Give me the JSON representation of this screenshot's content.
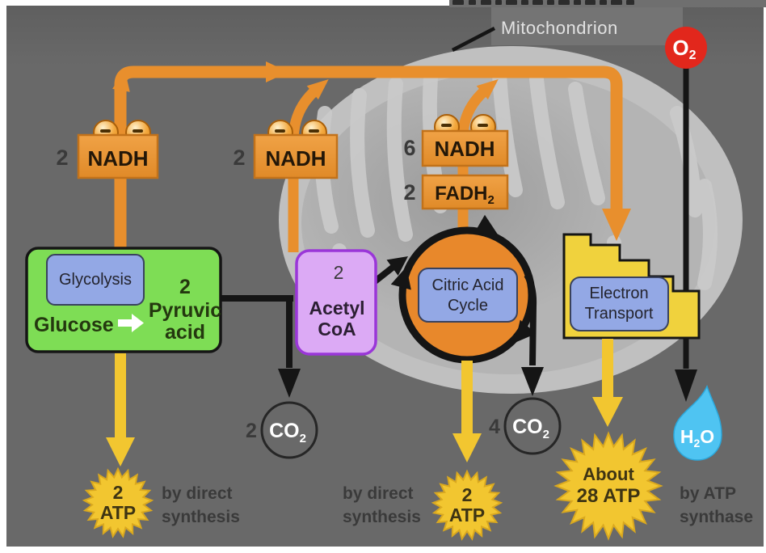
{
  "colors": {
    "frame": "#ffffff",
    "background": "#696969",
    "bg_top": "#5e5e5e",
    "mito_outer": "#c0c0c0",
    "mito_inner_hi": "#b4b4b4",
    "mito_inner_lo": "#9b9b9b",
    "crista": "#cbcbcb",
    "orange": "#e88f2d",
    "box_fill": "#ec9c40",
    "box_border": "#c2721a",
    "ball_edge": "#a95f0a",
    "yellow": "#f2c630",
    "yellow_edge": "#d9a81f",
    "stair": "#f0d23d",
    "green": "#7edd55",
    "purple": "#dcaaf5",
    "purple_border": "#9a36d8",
    "blue_label": "#93a8e5",
    "blue_border": "#39425e",
    "red": "#e2271c",
    "water": "#4fc4f2",
    "water_edge": "#2ba8dc",
    "ink": "#151515",
    "dark": "#3a3a3a",
    "box_text": "#231708",
    "green_text": "#24380f",
    "label_text": "#24242e",
    "star_text": "#3e3413",
    "mito_label": "#e2e2e2",
    "white": "#ffffff",
    "remnant": "#6f6f6f",
    "remnant_ink": "#2c2c2c"
  },
  "mitochondrion_label": "Mitochondrion",
  "o2": {
    "base": "O",
    "sub": "2"
  },
  "h2o": {
    "h": "H",
    "sub": "2",
    "o": "O"
  },
  "nadh_boxes": [
    {
      "count": "2",
      "label": "NADH"
    },
    {
      "count": "2",
      "label": "NADH"
    },
    {
      "count": "6",
      "label": "NADH"
    }
  ],
  "fadh2": {
    "count": "2",
    "base": "FADH",
    "sub": "2"
  },
  "glycolysis": {
    "label": "Glycolysis",
    "reactant": "Glucose",
    "product_count": "2",
    "product_line1": "Pyruvic",
    "product_line2": "acid"
  },
  "acetyl_coa": {
    "count": "2",
    "line1": "Acetyl",
    "line2": "CoA"
  },
  "citric_cycle": {
    "line1": "Citric Acid",
    "line2": "Cycle"
  },
  "electron_transport": {
    "line1": "Electron",
    "line2": "Transport"
  },
  "co2": [
    {
      "count": "2",
      "base": "CO",
      "sub": "2"
    },
    {
      "count": "4",
      "base": "CO",
      "sub": "2"
    }
  ],
  "atp": [
    {
      "line1": "2",
      "line2": "ATP"
    },
    {
      "line1": "2",
      "line2": "ATP"
    },
    {
      "line1": "About",
      "line2": "28 ATP"
    }
  ],
  "captions": [
    {
      "line1": "by direct",
      "line2": "synthesis"
    },
    {
      "line1": "by direct",
      "line2": "synthesis"
    },
    {
      "line1": "by ATP",
      "line2": "synthase"
    }
  ]
}
